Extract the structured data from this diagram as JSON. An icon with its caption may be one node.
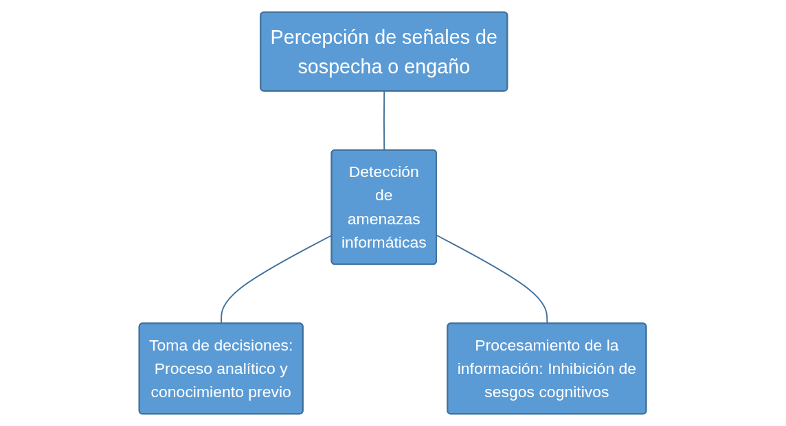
{
  "diagram": {
    "nodes": [
      {
        "text": [
          "Percepción de señales de sospecha o engaño"
        ]
      },
      {
        "text": [
          "Detección de amenazas informáticas"
        ]
      },
      {
        "text": [
          "Toma de decisiones: Proceso analítico y conocimiento previo"
        ]
      },
      {
        "text": [
          "Procesamiento de la información: Inhibición de sesgos cognitivos"
        ]
      }
    ],
    "edges": [
      {
        "from": 0,
        "to": 1,
        "arrow": "none"
      },
      {
        "from": 1,
        "to": 2,
        "arrow": "none"
      },
      {
        "from": 1,
        "to": 3,
        "arrow": "none"
      }
    ]
  }
}
